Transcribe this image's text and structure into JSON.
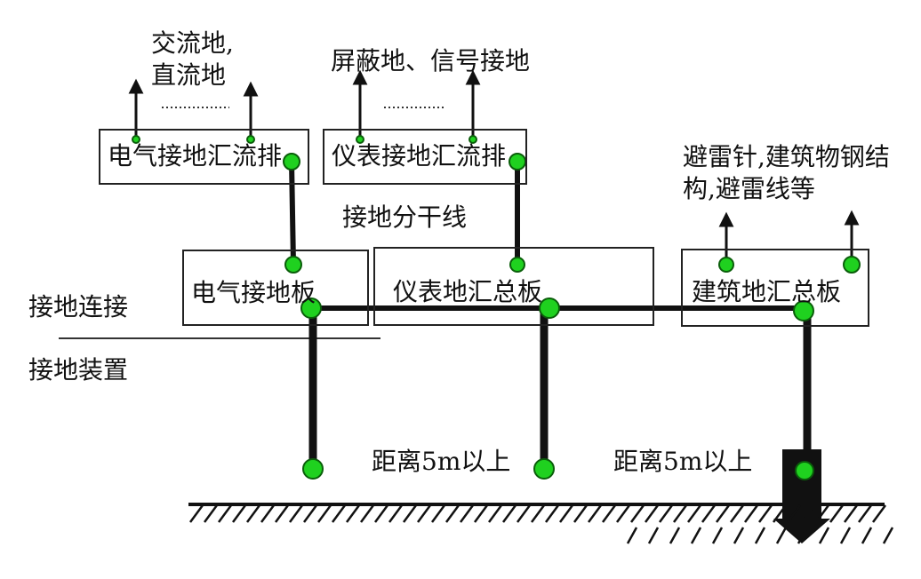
{
  "top_labels": {
    "ac_dc": "交流地,\n直流地",
    "ac_dc_line1": "交流地,",
    "ac_dc_line2": "直流地",
    "shield_signal": "屏蔽地、信号接地",
    "lightning_line1": "避雷针,建筑物钢结",
    "lightning_line2": "构,避雷线等"
  },
  "busbars": {
    "electrical": "电气接地汇流排",
    "instrument": "仪表接地汇流排"
  },
  "branch_line_label": "接地分干线",
  "plates": {
    "electrical": "电气接地板",
    "instrument": "仪表地汇总板",
    "building": "建筑地汇总板"
  },
  "side_labels": {
    "connection": "接地连接",
    "device": "接地装置"
  },
  "distance_labels": [
    "距离5m以上",
    "距离5m以上"
  ],
  "colors": {
    "node": "#1fd11f",
    "node_stroke": "#0a5e0a",
    "line": "#111111"
  }
}
